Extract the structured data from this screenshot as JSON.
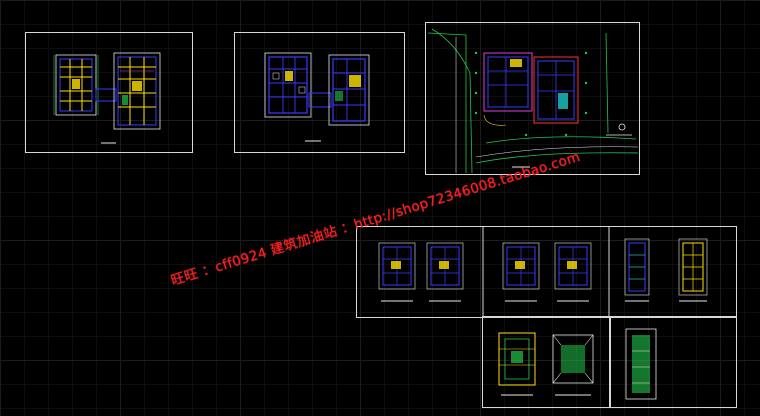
{
  "watermark": {
    "text": "旺旺 ：cff0924  建筑加油站 ：http://shop72346008.taobao.com",
    "color": "#ff1a1a"
  },
  "colors": {
    "background": "#000000",
    "sheet_border": "#d8d8d8",
    "wall_blue": "#3a3aff",
    "line_white": "#e8e8e8",
    "line_yellow": "#ffe100",
    "line_green": "#23c54d",
    "line_red": "#ff3030",
    "line_cyan": "#1ec8c8",
    "line_magenta": "#e23ce2"
  },
  "drawing_sheets": [
    {
      "id": "floor-plan-sheet-1"
    },
    {
      "id": "floor-plan-sheet-2"
    },
    {
      "id": "site-plan-sheet"
    },
    {
      "id": "tower-plans-group"
    }
  ]
}
